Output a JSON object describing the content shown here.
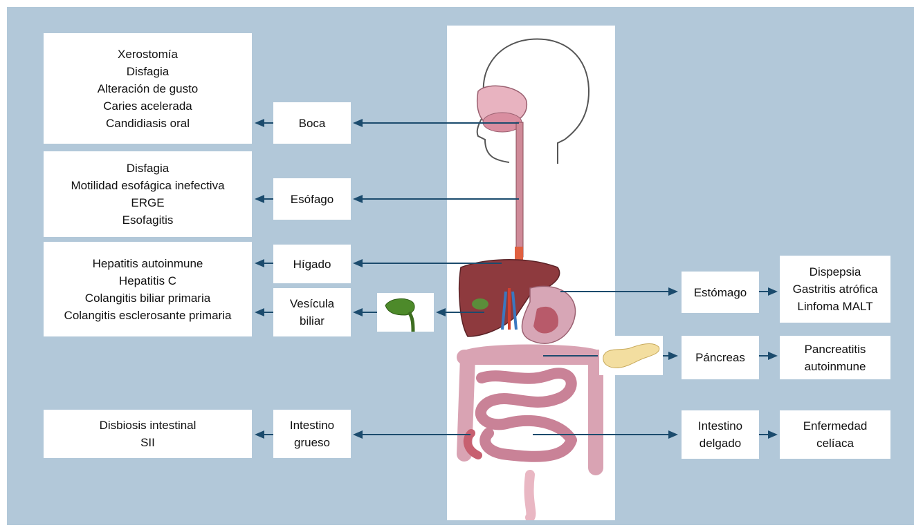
{
  "organs": {
    "boca": "Boca",
    "esofago": "Esófago",
    "higado": "Hígado",
    "vesicula": [
      "Vesícula",
      "biliar"
    ],
    "intestino_grueso": [
      "Intestino",
      "grueso"
    ],
    "estomago": "Estómago",
    "pancreas": "Páncreas",
    "intestino_delgado": [
      "Intestino",
      "delgado"
    ]
  },
  "conditions": {
    "boca": [
      "Xerostomía",
      "Disfagia",
      "Alteración de gusto",
      "Caries acelerada",
      "Candidiasis oral"
    ],
    "esofago": [
      "Disfagia",
      "Motilidad esofágica inefectiva",
      "ERGE",
      "Esofagitis"
    ],
    "higado_vesicula": [
      "Hepatitis autoinmune",
      "Hepatitis C",
      "Colangitis biliar primaria",
      "Colangitis esclerosante primaria"
    ],
    "intestino_grueso": [
      "Disbiosis intestinal",
      "SII"
    ],
    "estomago": [
      "Dispepsia",
      "Gastritis atrófica",
      "Linfoma MALT"
    ],
    "pancreas": [
      "Pancreatitis",
      "autoinmune"
    ],
    "intestino_delgado": [
      "Enfermedad",
      "celíaca"
    ]
  },
  "colors": {
    "background": "#b2c8d9",
    "box": "#ffffff",
    "arrow": "#1b4b6d"
  }
}
